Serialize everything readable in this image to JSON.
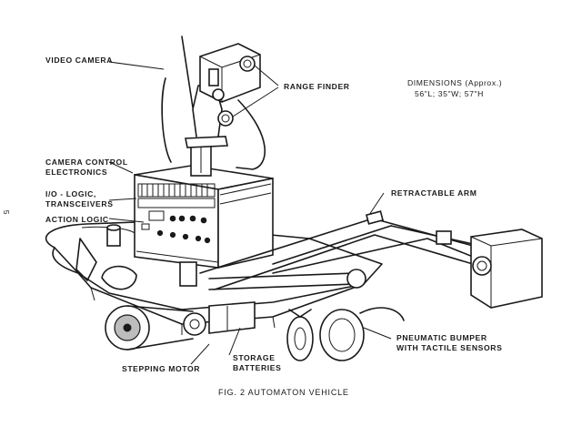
{
  "labels": {
    "video_camera": "VIDEO CAMERA",
    "range_finder": "RANGE FINDER",
    "dimensions_title": "DIMENSIONS (Approx.)",
    "dimensions_values": "56\"L; 35\"W; 57\"H",
    "camera_control_1": "CAMERA CONTROL",
    "camera_control_2": "ELECTRONICS",
    "io_logic_1": "I/O - LOGIC,",
    "io_logic_2": "TRANSCEIVERS",
    "action_logic": "ACTION LOGIC",
    "retractable_arm": "RETRACTABLE ARM",
    "pneumatic_bumper_1": "PNEUMATIC BUMPER",
    "pneumatic_bumper_2": "WITH TACTILE SENSORS",
    "stepping_motor": "STEPPING MOTOR",
    "storage_1": "STORAGE",
    "storage_2": "BATTERIES",
    "page_number": "5"
  },
  "caption": "FIG. 2   AUTOMATON VEHICLE"
}
